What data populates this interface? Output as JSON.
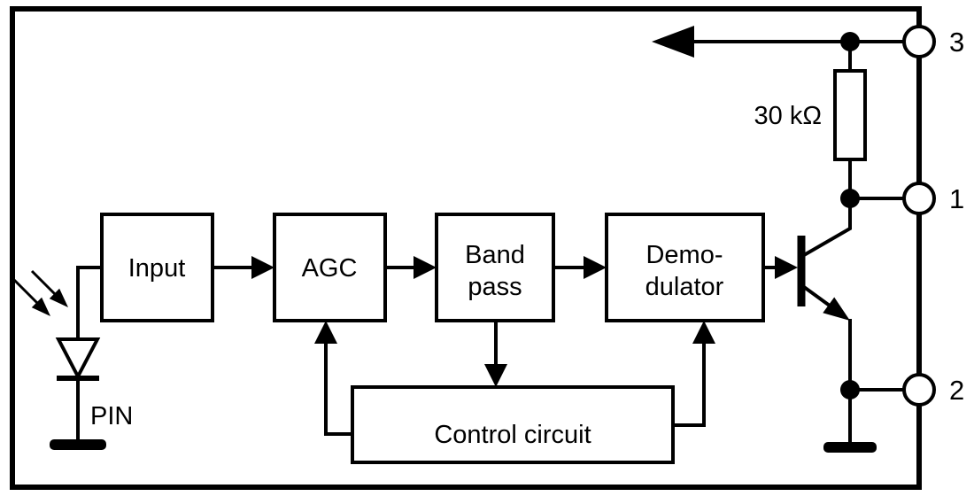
{
  "colors": {
    "line": "#000000",
    "background": "#ffffff"
  },
  "diagram": {
    "blocks": {
      "input": {
        "label": "Input"
      },
      "agc": {
        "label": "AGC"
      },
      "bandpass": {
        "line1": "Band",
        "line2": "pass"
      },
      "demodulator": {
        "line1": "Demo-",
        "line2": "dulator"
      },
      "control": {
        "label": "Control circuit"
      }
    },
    "labels": {
      "photodiode": "PIN",
      "resistor": "30 kΩ"
    },
    "pins": {
      "pin3": "3",
      "pin1": "1",
      "pin2": "2"
    }
  }
}
